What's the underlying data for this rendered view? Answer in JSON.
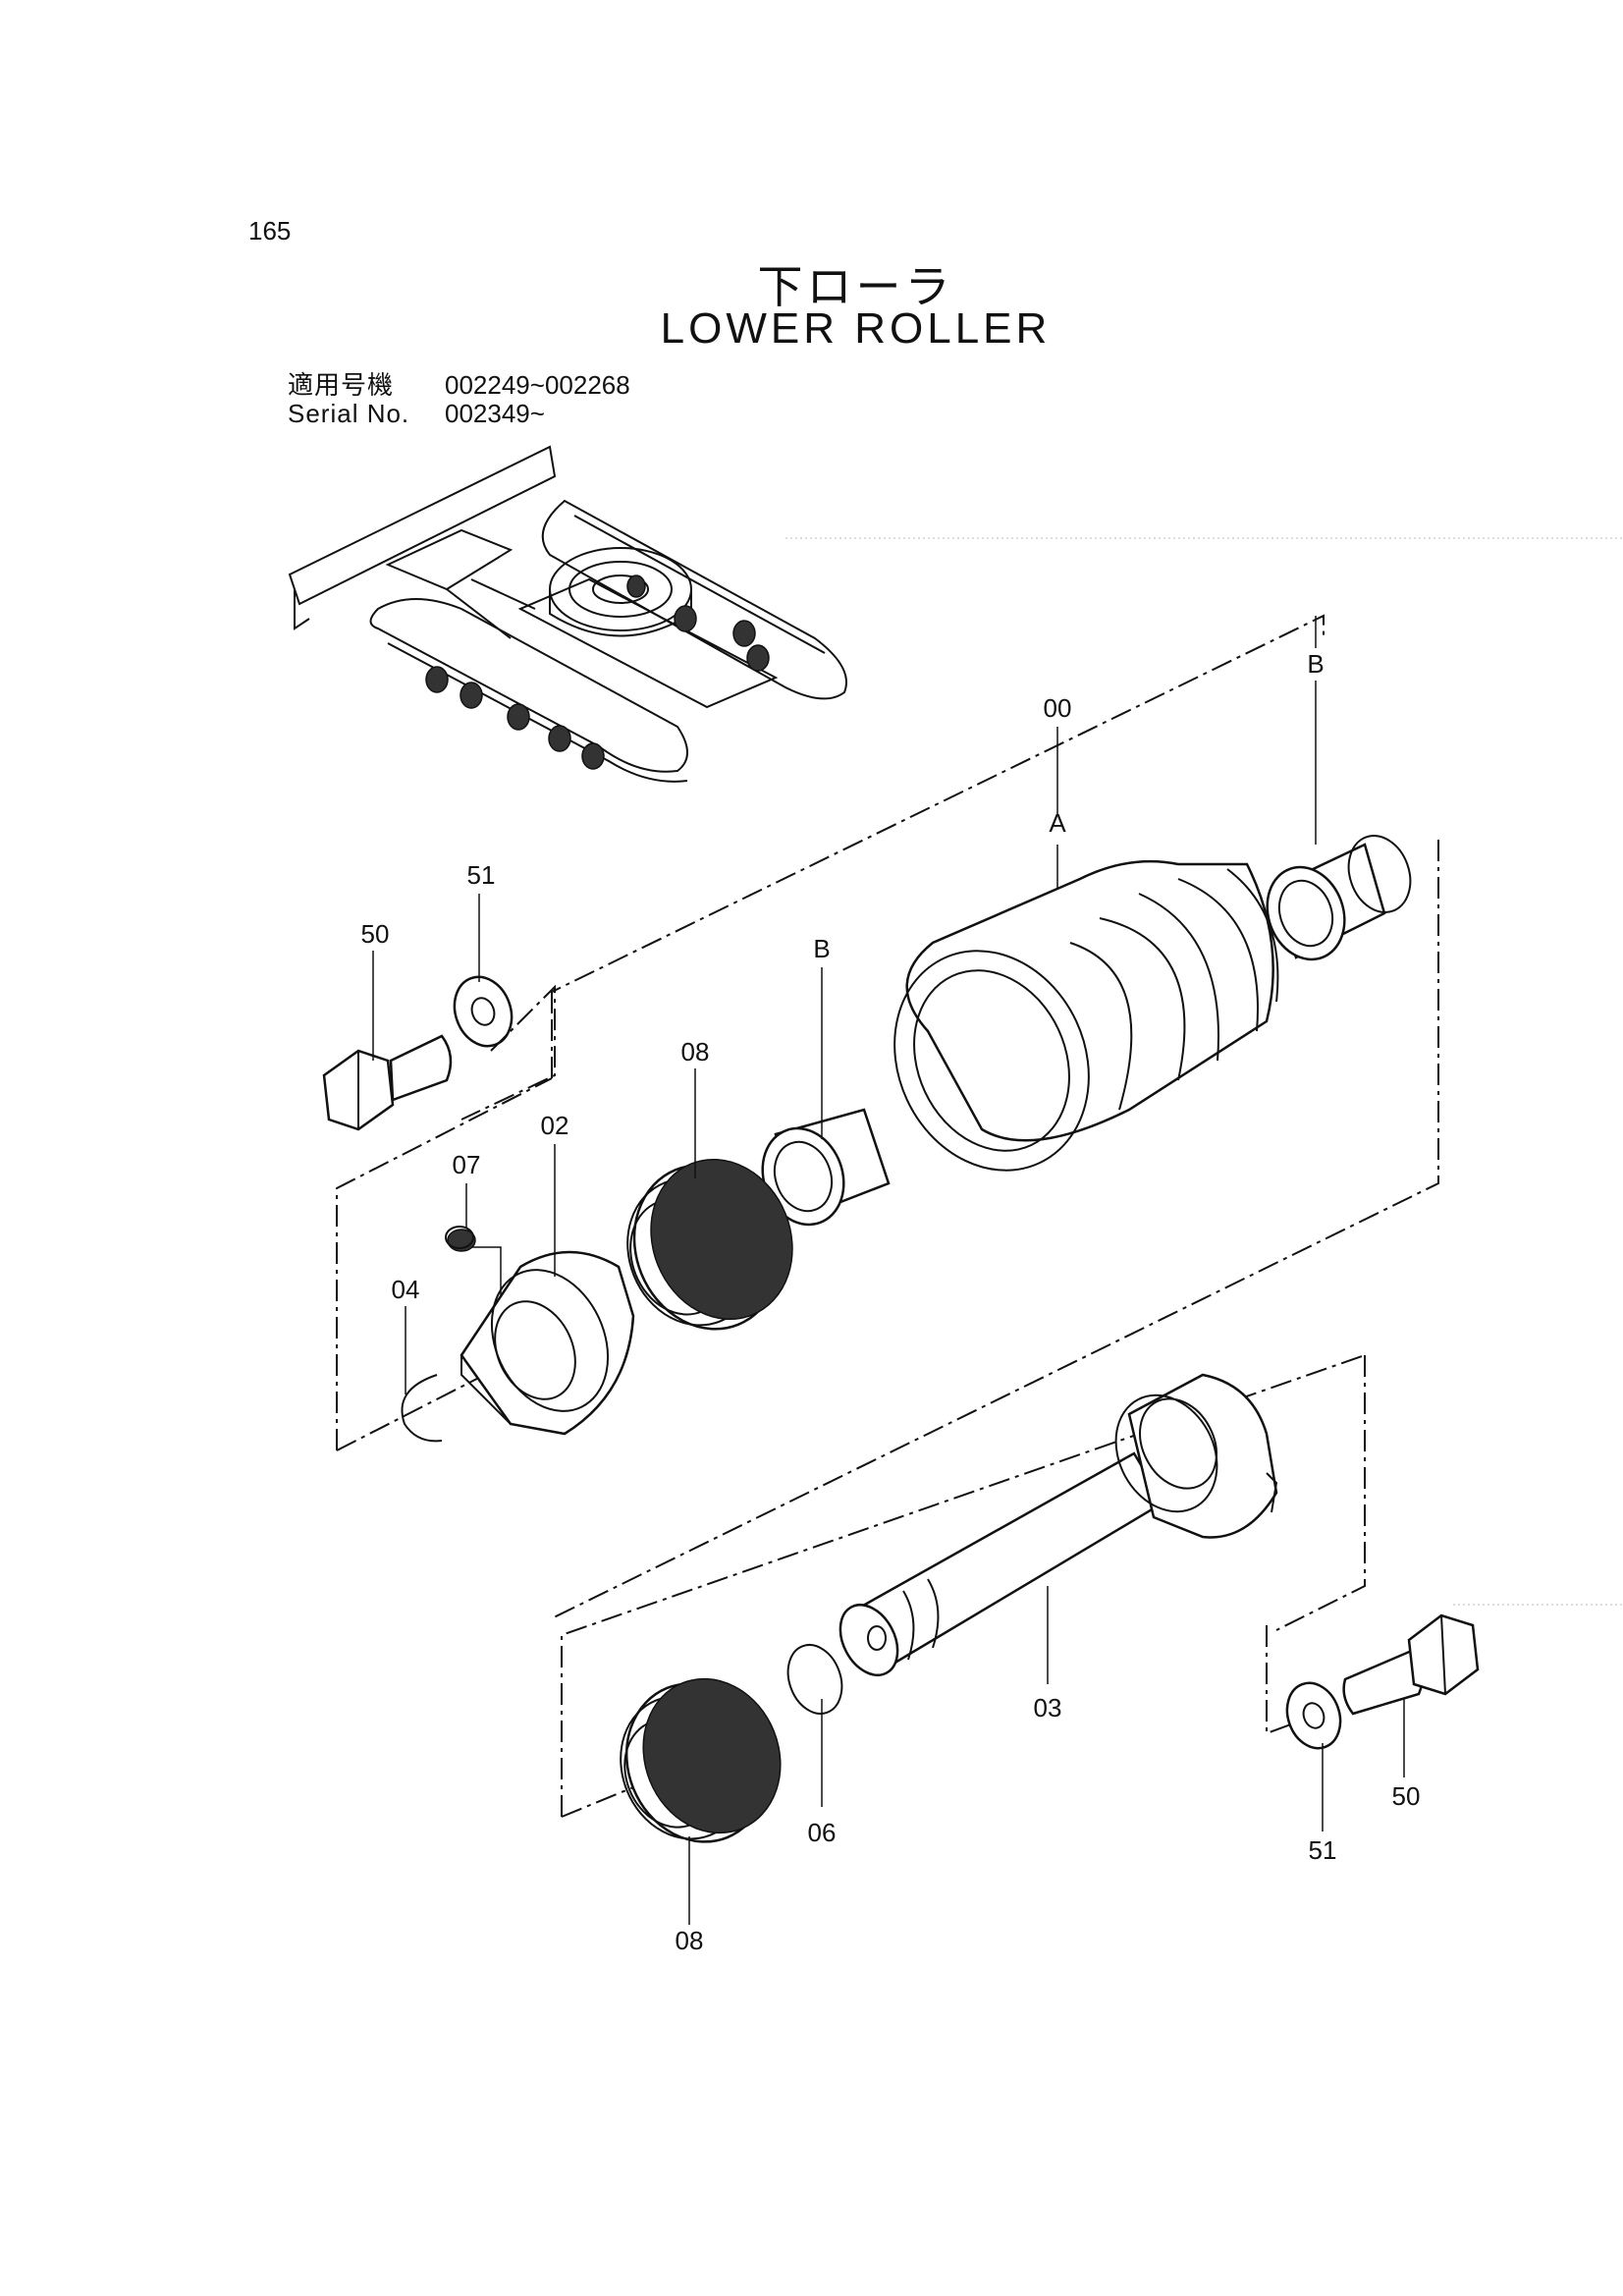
{
  "page": {
    "number": "165"
  },
  "title": {
    "jp": "下ローラ",
    "en": "LOWER ROLLER"
  },
  "serial": {
    "label_jp": "適用号機",
    "label_en": "Serial No.",
    "value_1": "002249~002268",
    "value_2": "002349~"
  },
  "callouts": {
    "c00": "00",
    "cA": "A",
    "cB_right": "B",
    "cB_left": "B",
    "c51_top": "51",
    "c50_top": "50",
    "c08_top": "08",
    "c02": "02",
    "c07": "07",
    "c04": "04",
    "c03": "03",
    "c06": "06",
    "c08_bottom": "08",
    "c50_bottom": "50",
    "c51_bottom": "51"
  }
}
